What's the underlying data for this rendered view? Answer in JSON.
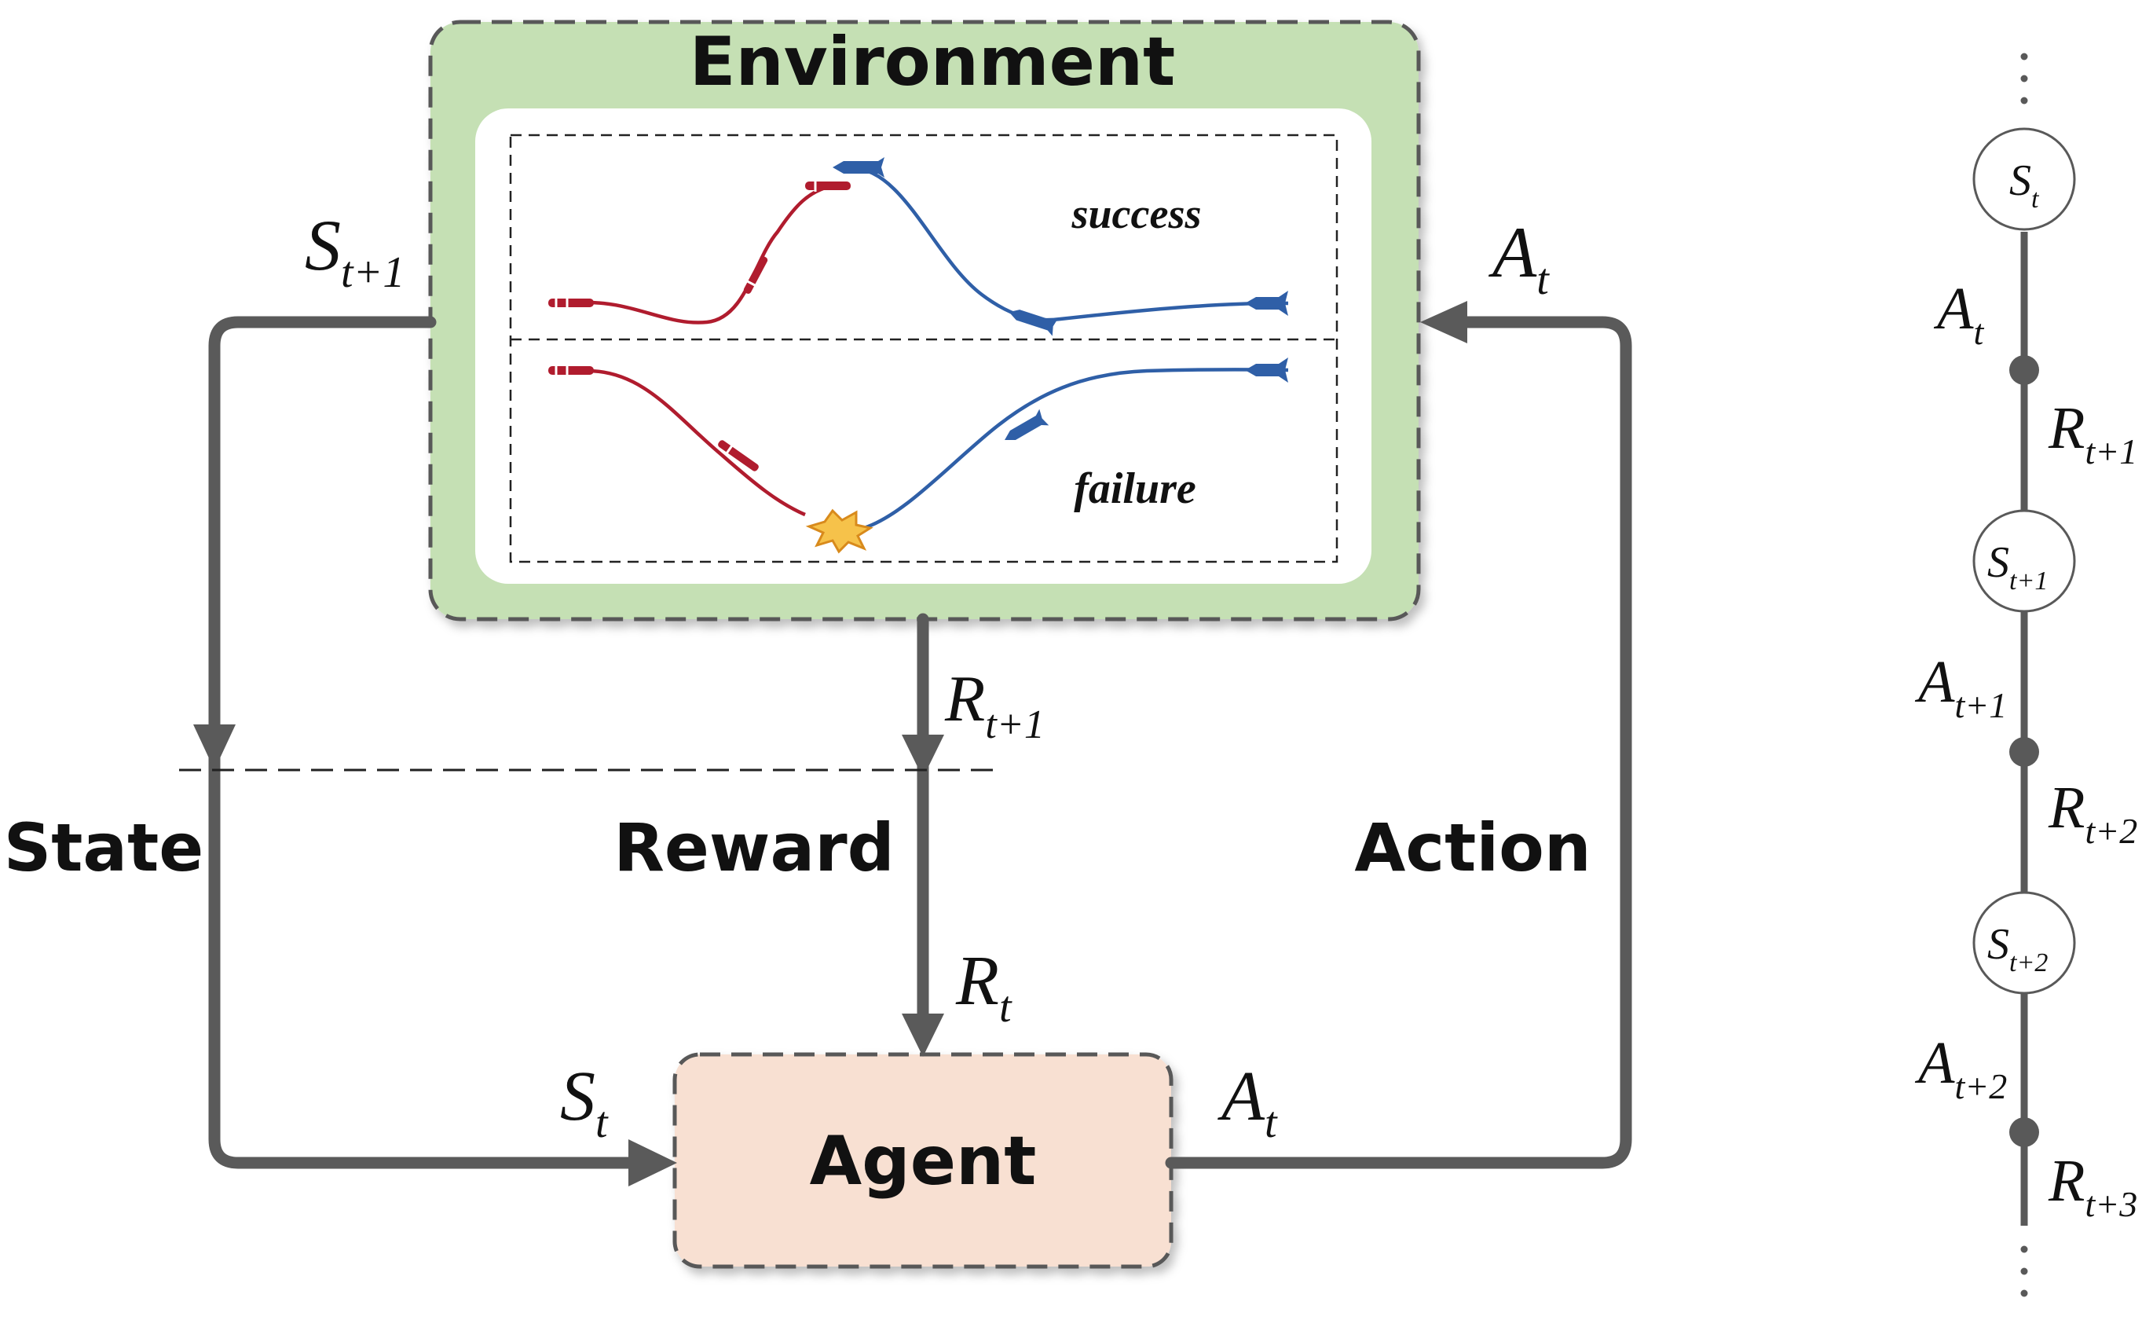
{
  "environment": {
    "title": "Environment",
    "success_label": "success",
    "failure_label": "failure"
  },
  "agent": {
    "title": "Agent"
  },
  "labels": {
    "state": "State",
    "reward": "Reward",
    "action": "Action"
  },
  "loop_symbols": {
    "state_next": {
      "main": "S",
      "sub": "t+1"
    },
    "action_in": {
      "main": "A",
      "sub": "t"
    },
    "reward_next": {
      "main": "R",
      "sub": "t+1"
    },
    "reward": {
      "main": "R",
      "sub": "t"
    },
    "state": {
      "main": "S",
      "sub": "t"
    },
    "action_out": {
      "main": "A",
      "sub": "t"
    }
  },
  "chain": {
    "states": [
      {
        "main": "S",
        "sub": "t"
      },
      {
        "main": "S",
        "sub": "t+1"
      },
      {
        "main": "S",
        "sub": "t+2"
      }
    ],
    "actions": [
      {
        "main": "A",
        "sub": "t"
      },
      {
        "main": "A",
        "sub": "t+1"
      },
      {
        "main": "A",
        "sub": "t+2"
      }
    ],
    "rewards": [
      {
        "main": "R",
        "sub": "t+1"
      },
      {
        "main": "R",
        "sub": "t+2"
      },
      {
        "main": "R",
        "sub": "t+3"
      }
    ]
  },
  "colors": {
    "environment_fill": "#c5e0b4",
    "agent_fill": "#f8e0d2",
    "red_missile": "#b01c2e",
    "blue_missile": "#2f5fa7",
    "arrow": "#5a5a5a"
  }
}
